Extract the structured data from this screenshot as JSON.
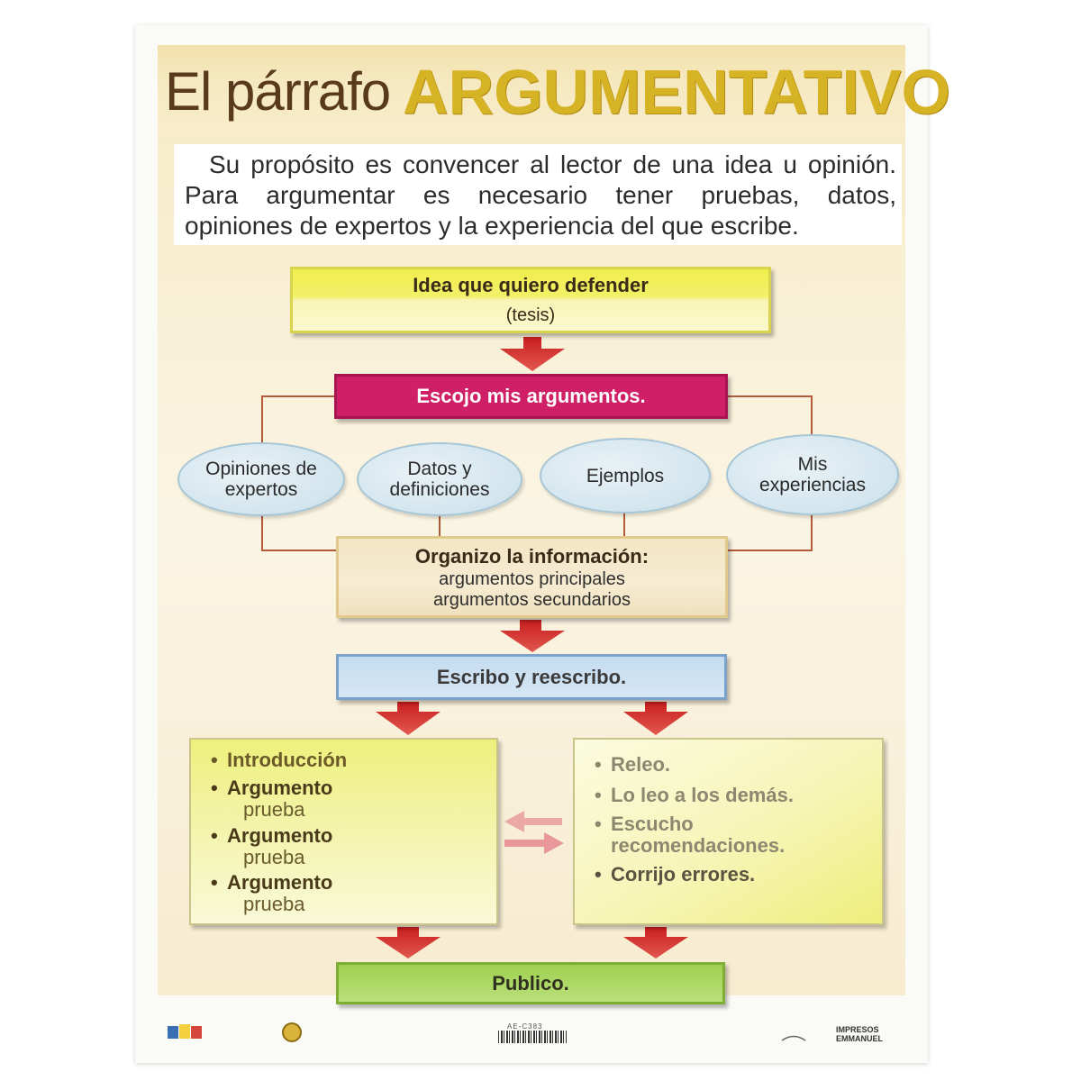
{
  "title": {
    "light": "El párrafo",
    "bold": "ARGUMENTATIVO"
  },
  "intro": [
    "Su propósito es convencer al lector de una idea u opinión.",
    "Para argumentar es necesario tener pruebas, datos,",
    "opiniones de expertos y la experiencia del que escribe."
  ],
  "thesis": {
    "label": "Idea que quiero defender",
    "sub": "(tesis)"
  },
  "arguments": {
    "label": "Escojo mis argumentos."
  },
  "sources": [
    {
      "lines": [
        "Opiniones de",
        "expertos"
      ]
    },
    {
      "lines": [
        "Datos y",
        "definiciones"
      ]
    },
    {
      "lines": [
        "Ejemplos"
      ]
    },
    {
      "lines": [
        "Mis",
        "experiencias"
      ]
    }
  ],
  "organize": {
    "label": "Organizo la información:",
    "lines": [
      "argumentos principales",
      "argumentos secundarios"
    ]
  },
  "write": {
    "label": "Escribo y reescribo."
  },
  "structure": [
    {
      "main": "Introducción"
    },
    {
      "main": "Argumento",
      "sub": "prueba"
    },
    {
      "main": "Argumento",
      "sub": "prueba"
    },
    {
      "main": "Argumento",
      "sub": "prueba"
    }
  ],
  "review": [
    {
      "text": "Releo."
    },
    {
      "text": "Lo leo a los demás."
    },
    {
      "lines": [
        "Escucho",
        "recomendaciones."
      ]
    },
    {
      "text": "Corrijo errores."
    }
  ],
  "bullet": "•",
  "publish": {
    "label": "Publico."
  },
  "footer": {
    "code": "AE-C383",
    "brand": [
      "IMPRESOS",
      "EMMANUEL"
    ]
  },
  "colors": {
    "title_gold": "#d6b324",
    "title_brown": "#5a3a1c",
    "thesis_yellow": "#f1ee4c",
    "arguments_magenta": "#cf1f66",
    "ellipse_blue": "#d3e5ee",
    "organize_beige": "#f3e6c6",
    "write_blue": "#c4dcf0",
    "publish_green": "#9fd050",
    "arrow_red": "#d7322b",
    "connector": "#b45a3c"
  },
  "icons": [
    "down-arrow-icon",
    "swap-arrows-icon"
  ]
}
